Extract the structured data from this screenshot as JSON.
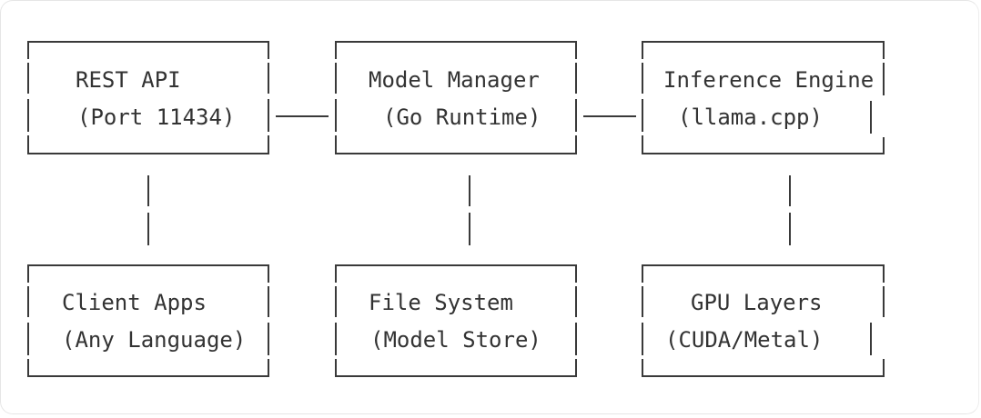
{
  "diagram": {
    "nodes": [
      {
        "id": "rest-api",
        "line1": "REST API",
        "line2": "(Port 11434)"
      },
      {
        "id": "model-manager",
        "line1": "Model Manager",
        "line2": "(Go Runtime)"
      },
      {
        "id": "inference-engine",
        "line1": "Inference Engine",
        "line2": "(llama.cpp)"
      },
      {
        "id": "client-apps",
        "line1": "Client Apps",
        "line2": "(Any Language)"
      },
      {
        "id": "file-system",
        "line1": "File System",
        "line2": "(Model Store)"
      },
      {
        "id": "gpu-layers",
        "line1": "GPU Layers",
        "line2": "(CUDA/Metal)"
      }
    ],
    "edges": [
      {
        "from": "rest-api",
        "to": "model-manager"
      },
      {
        "from": "model-manager",
        "to": "inference-engine"
      },
      {
        "from": "rest-api",
        "to": "client-apps"
      },
      {
        "from": "model-manager",
        "to": "file-system"
      },
      {
        "from": "inference-engine",
        "to": "gpu-layers"
      }
    ]
  }
}
